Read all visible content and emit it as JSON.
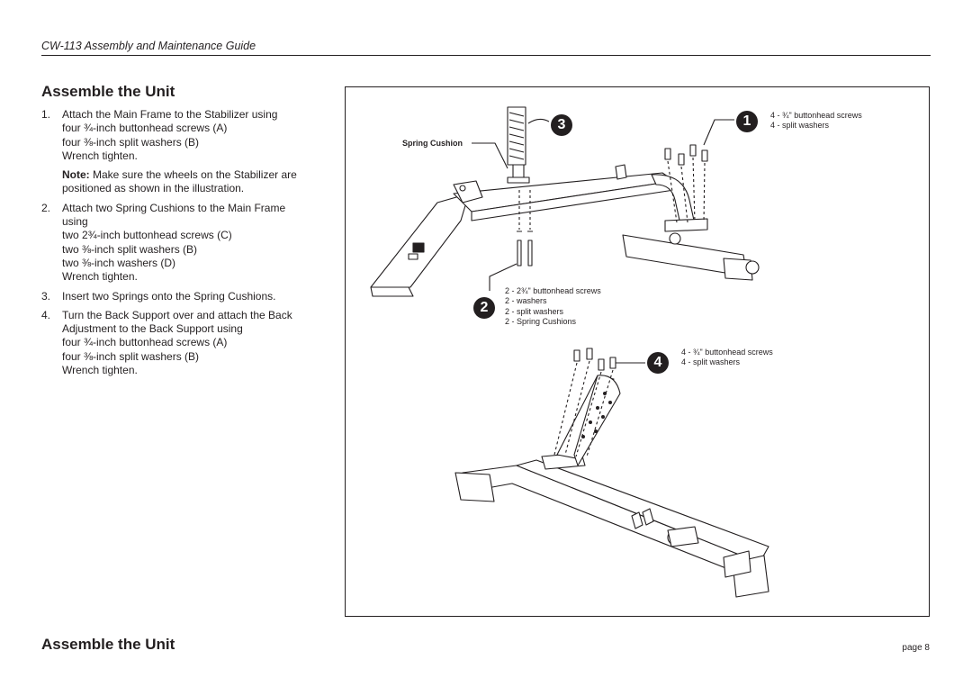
{
  "header": {
    "title": "CW-113 Assembly and Maintenance Guide"
  },
  "section": {
    "title": "Assemble the Unit",
    "footer_title": "Assemble the Unit"
  },
  "steps": [
    {
      "num": "1.",
      "lines": [
        "Attach the Main Frame to the Stabilizer using",
        "four ¾-inch buttonhead screws (A)",
        "four ⅜-inch split washers (B)",
        "Wrench tighten."
      ]
    },
    {
      "num": "2.",
      "lines": [
        "Attach two Spring Cushions to the Main Frame",
        "using",
        "two 2¾-inch buttonhead screws (C)",
        "two ⅜-inch split washers (B)",
        "two ⅜-inch washers (D)",
        "Wrench tighten."
      ]
    },
    {
      "num": "3.",
      "lines": [
        "Insert two Springs onto the Spring Cushions."
      ]
    },
    {
      "num": "4.",
      "lines": [
        "Turn the Back Support over and attach the Back",
        "Adjustment to the Back Support using",
        "four ¾-inch buttonhead screws (A)",
        "four ⅜-inch split washers (B)",
        "Wrench tighten."
      ]
    }
  ],
  "note": {
    "label": "Note:",
    "lines": [
      " Make sure the wheels on the Stabilizer are",
      "positioned as shown in the illustration."
    ]
  },
  "figure": {
    "spring_label": "Spring Cushion",
    "callouts": [
      {
        "number": "1",
        "parts": [
          "4 - ¾\" buttonhead screws",
          "4 - split washers"
        ]
      },
      {
        "number": "2",
        "parts": [
          "2 - 2¾\" buttonhead screws",
          "2 - washers",
          "2 - split washers",
          "2 - Spring Cushions"
        ]
      },
      {
        "number": "3",
        "parts": []
      },
      {
        "number": "4",
        "parts": [
          "4 - ¾\" buttonhead screws",
          "4 - split washers"
        ]
      }
    ]
  },
  "page": {
    "label": "page 8"
  }
}
